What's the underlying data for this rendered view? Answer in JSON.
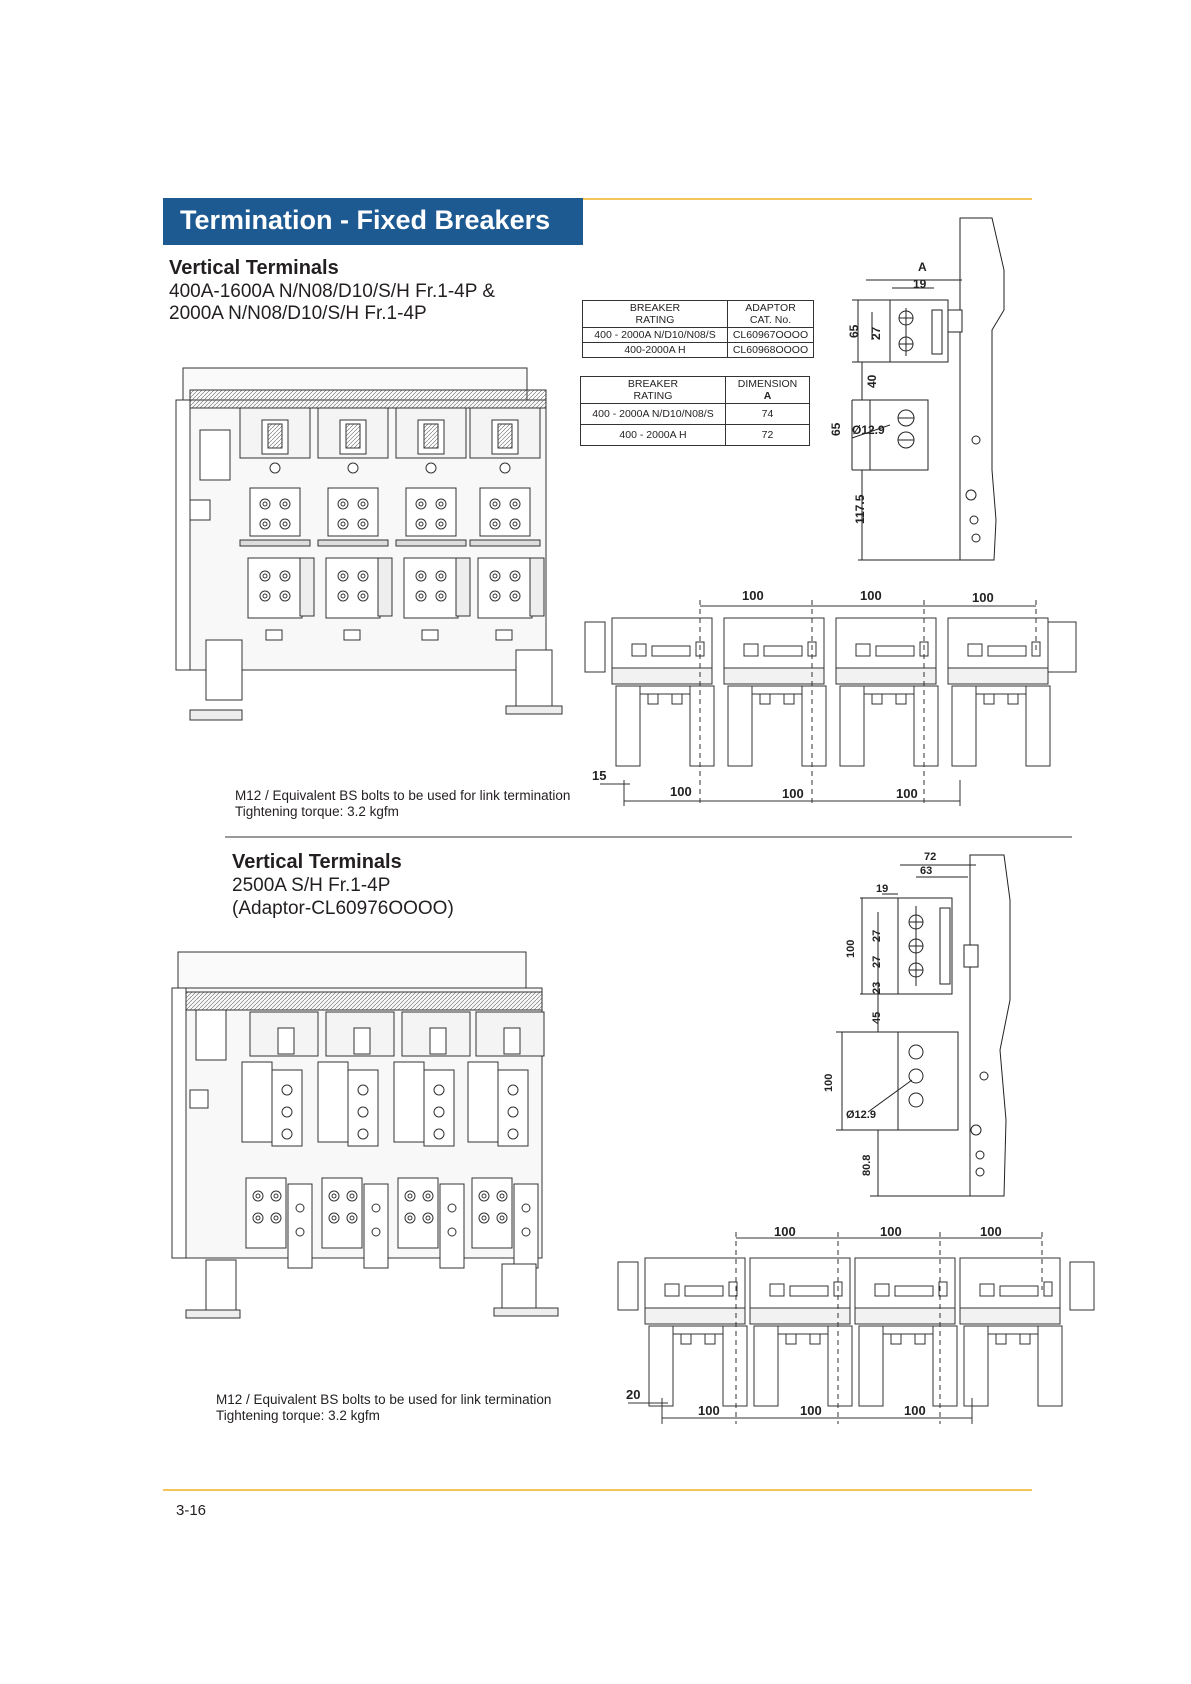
{
  "header": {
    "title": "Termination - Fixed Breakers"
  },
  "section1": {
    "heading": "Vertical Terminals",
    "line1": "400A-1600A N/N08/D10/S/H Fr.1-4P &",
    "line2": "2000A N/N08/D10/S/H Fr.1-4P",
    "note_line1": "M12 / Equivalent BS bolts to be used for link termination",
    "note_line2": "Tightening torque: 3.2 kgfm"
  },
  "adaptor_table": {
    "col1_header_line1": "BREAKER",
    "col1_header_line2": "RATING",
    "col2_header_line1": "ADAPTOR",
    "col2_header_line2": "CAT. No.",
    "rows": [
      {
        "rating": "400 - 2000A N/D10/N08/S",
        "value": "CL60967OOOO"
      },
      {
        "rating": "400-2000A H",
        "value": "CL60968OOOO"
      }
    ]
  },
  "dimension_table": {
    "col1_header_line1": "BREAKER",
    "col1_header_line2": "RATING",
    "col2_header_line1": "DIMENSION",
    "col2_header_line2": "A",
    "rows": [
      {
        "rating": "400 - 2000A N/D10/N08/S",
        "value": "74"
      },
      {
        "rating": "400 - 2000A H",
        "value": "72"
      }
    ]
  },
  "side_view1": {
    "label_a": "A",
    "dim_19": "19",
    "dim_65_top": "65",
    "dim_27": "27",
    "dim_40": "40",
    "dim_65_bottom": "65",
    "hole_dia": "Ø12.9",
    "dim_117_5": "117.5"
  },
  "plan_view1": {
    "top_pitch": [
      "100",
      "100",
      "100"
    ],
    "bottom_pitch": [
      "100",
      "100",
      "100"
    ],
    "offset": "15"
  },
  "section2": {
    "heading": "Vertical Terminals",
    "line1": "2500A S/H Fr.1-4P",
    "line2": "(Adaptor-CL60976OOOO)",
    "note_line1": "M12 / Equivalent BS bolts to be used for link termination",
    "note_line2": "Tightening torque: 3.2 kgfm"
  },
  "side_view2": {
    "dim_72": "72",
    "dim_63": "63",
    "dim_19": "19",
    "dim_100_top": "100",
    "dim_27a": "27",
    "dim_27b": "27",
    "dim_23": "23",
    "dim_45": "45",
    "dim_100_bottom": "100",
    "hole_dia": "Ø12.9",
    "dim_80_8": "80.8"
  },
  "plan_view2": {
    "top_pitch": [
      "100",
      "100",
      "100"
    ],
    "bottom_pitch": [
      "100",
      "100",
      "100"
    ],
    "offset": "20"
  },
  "footer": {
    "page_number": "3-16"
  }
}
